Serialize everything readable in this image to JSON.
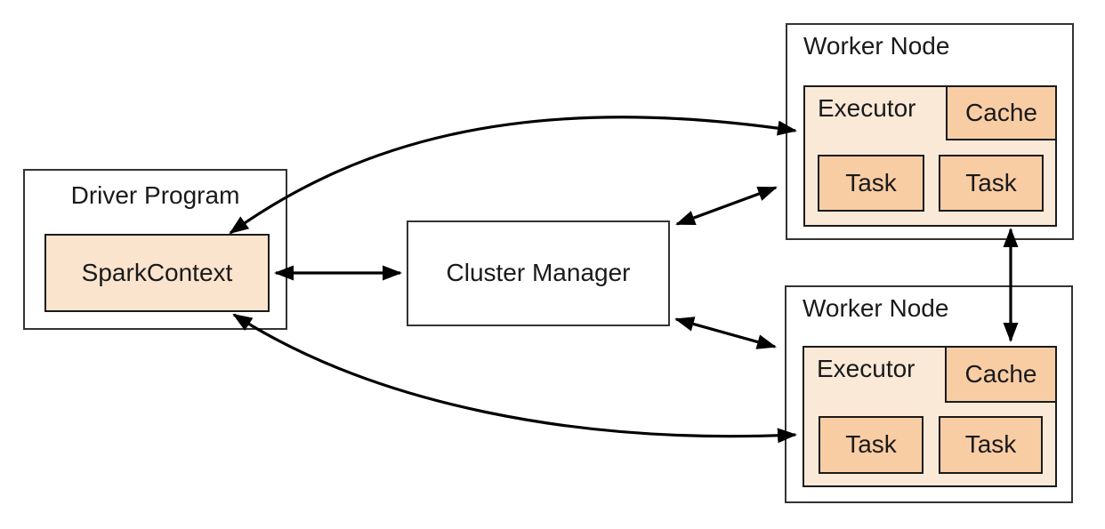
{
  "diagram": {
    "name": "spark-cluster-architecture",
    "nodes": {
      "driver_program": {
        "label": "Driver Program",
        "spark_context_label": "SparkContext"
      },
      "cluster_manager": {
        "label": "Cluster Manager"
      },
      "worker_node_top": {
        "label": "Worker Node",
        "executor_label": "Executor",
        "cache_label": "Cache",
        "task_labels": [
          "Task",
          "Task"
        ]
      },
      "worker_node_bottom": {
        "label": "Worker Node",
        "executor_label": "Executor",
        "cache_label": "Cache",
        "task_labels": [
          "Task",
          "Task"
        ]
      }
    },
    "edges": [
      {
        "from": "spark_context",
        "to": "cluster_manager",
        "bidirectional": true,
        "style": "straight"
      },
      {
        "from": "cluster_manager",
        "to": "worker_node_top",
        "bidirectional": true,
        "style": "straight"
      },
      {
        "from": "cluster_manager",
        "to": "worker_node_bottom",
        "bidirectional": true,
        "style": "straight"
      },
      {
        "from": "spark_context",
        "to": "worker_node_top_executor",
        "bidirectional": true,
        "style": "curved"
      },
      {
        "from": "spark_context",
        "to": "worker_node_bottom_executor",
        "bidirectional": true,
        "style": "curved"
      },
      {
        "from": "worker_node_top_executor",
        "to": "worker_node_bottom_cache",
        "bidirectional": true,
        "style": "straight"
      }
    ],
    "colors": {
      "background": "#ffffff",
      "outer_box_fill": "#ffffff",
      "outer_box_border": "#333333",
      "inner_box_border": "#1a1a1a",
      "executor_fill": "#fbe9d8",
      "spark_context_fill": "#fbe4ce",
      "cache_task_fill": "#f9cda4",
      "arrow_color": "#000000",
      "text_color": "#1a1a1a"
    }
  }
}
